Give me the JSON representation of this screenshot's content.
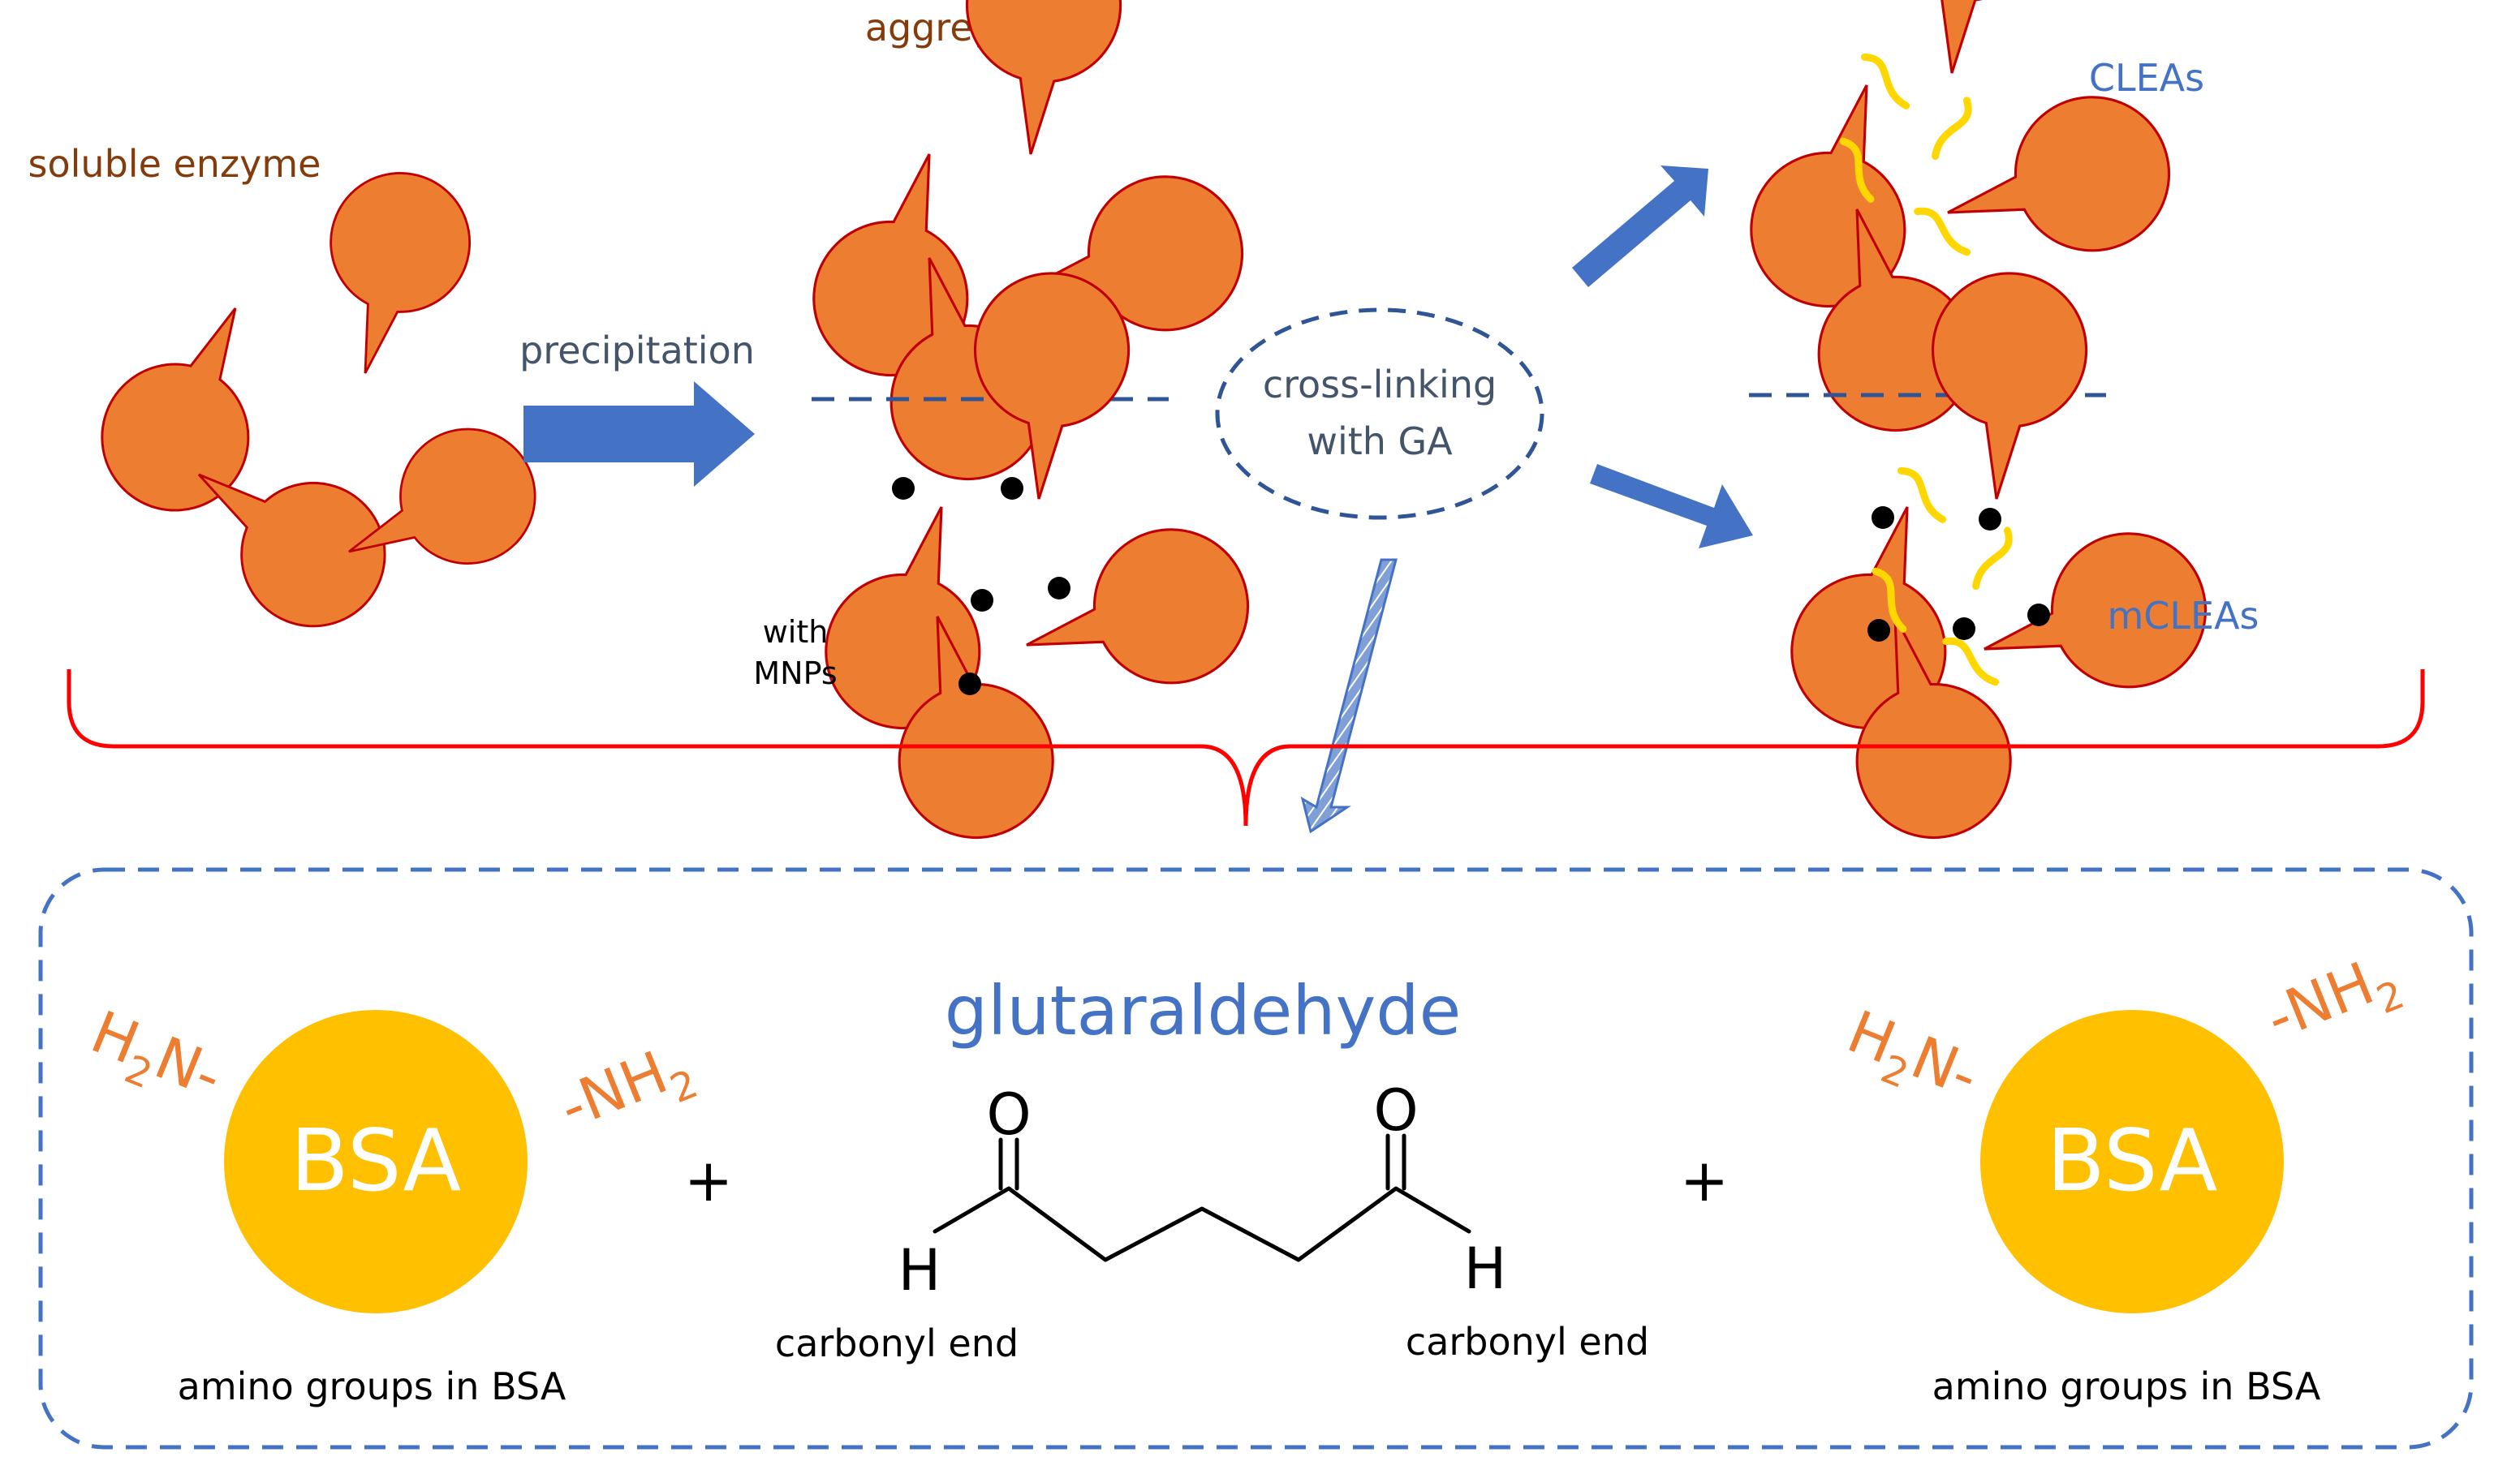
{
  "labels": {
    "soluble": "soluble enzyme",
    "precipitation": "precipitation",
    "aggregation": "aggregation",
    "with": "with",
    "mnps": "MNPs",
    "crosslink_1": "cross-linking",
    "crosslink_2": "with GA",
    "cleas": "CLEAs",
    "mcleas": "mCLEAs"
  },
  "reaction": {
    "title": "glutaraldehyde",
    "bsa": "BSA",
    "h2n_h": "H",
    "h2n_2": "2",
    "h2n_n": "N-",
    "nh2_nh": "-NH",
    "nh2_2": "2",
    "plus": "+",
    "oxygen": "O",
    "hydrogen": "H",
    "carbonyl_end": "carbonyl end",
    "amino_groups": "amino groups in BSA"
  },
  "colors": {
    "enzyme": "#ED7D31",
    "enzyme_stroke": "#C00000",
    "arrow": "#4472C4",
    "dash": "#2F5597",
    "crosslinker": "#FFD700",
    "bsa": "#FFC000",
    "brown_text": "#843C0C",
    "blue_text": "#4472C4",
    "amino_text": "#ED7D31",
    "bracket": "#FF0000"
  }
}
